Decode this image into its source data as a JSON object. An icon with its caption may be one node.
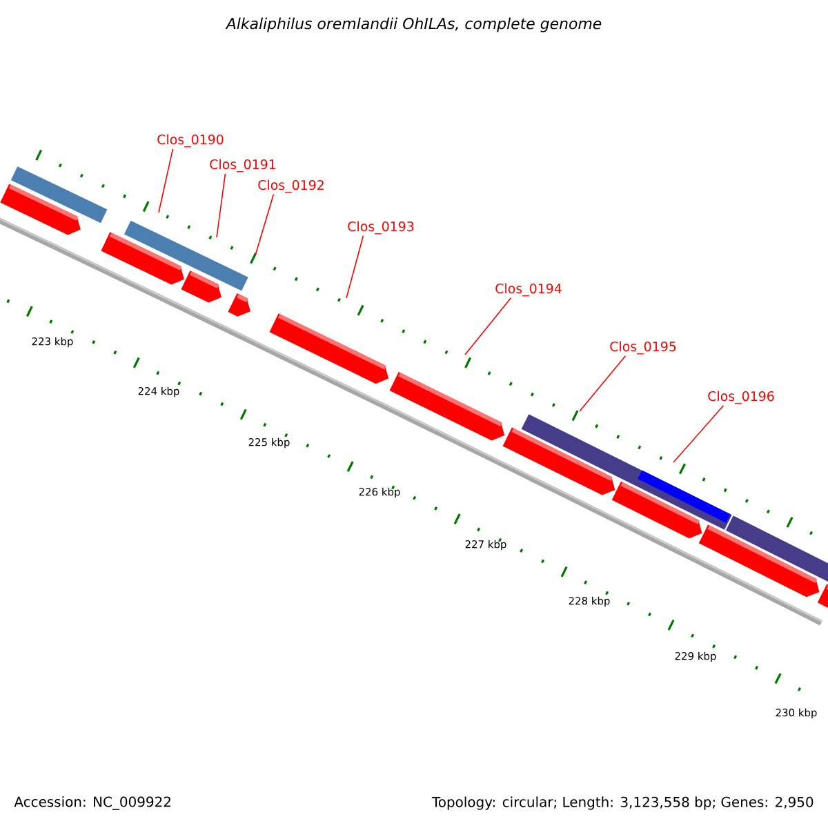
{
  "diagram": {
    "title": "Alkaliphilus oremlandii OhILAs, complete genome",
    "nodes": [
      {
        "text": [
          "Clos_0190"
        ]
      },
      {
        "text": [
          "Clos_0191"
        ]
      },
      {
        "text": [
          "Clos_0192"
        ]
      },
      {
        "text": [
          "Clos_0193"
        ]
      },
      {
        "text": [
          "Clos_0194"
        ]
      },
      {
        "text": [
          "Clos_0195"
        ]
      },
      {
        "text": [
          "Clos_0196"
        ]
      }
    ],
    "edges": [
      {
        "from": 0,
        "to": null,
        "arrow": "none"
      },
      {
        "from": 1,
        "to": null,
        "arrow": "none"
      },
      {
        "from": 2,
        "to": null,
        "arrow": "none"
      },
      {
        "from": 3,
        "to": null,
        "arrow": "none"
      },
      {
        "from": 4,
        "to": null,
        "arrow": "none"
      },
      {
        "from": 5,
        "to": null,
        "arrow": "none"
      },
      {
        "from": 6,
        "to": null,
        "arrow": "none"
      }
    ],
    "labels": [
      "223 kbp",
      "224 kbp",
      "225 kbp",
      "226 kbp",
      "227 kbp",
      "228 kbp",
      "229 kbp",
      "230 kbp",
      "Accession: NC_009922",
      "Topology: circular; Length: 3,123,558 bp; Genes: 2,950"
    ]
  }
}
